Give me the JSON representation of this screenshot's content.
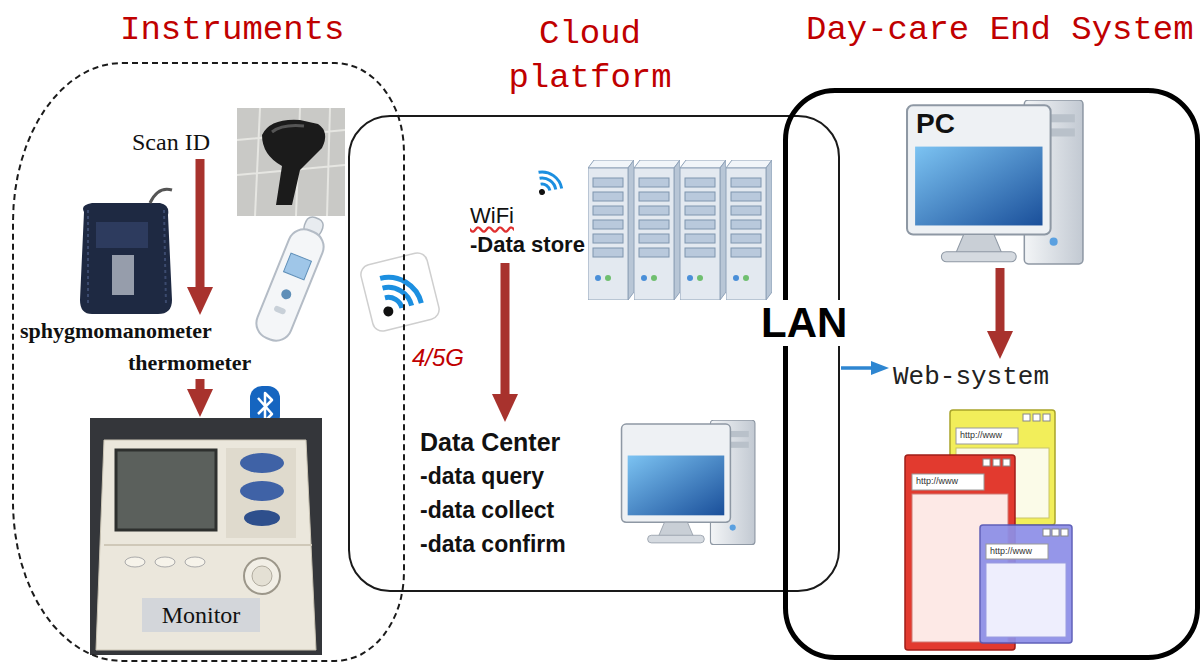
{
  "diagram": {
    "nodes": [
      {
        "text": [
          "Instruments"
        ]
      },
      {
        "text": [
          "Scan ID"
        ],
        "in": 0
      },
      {
        "text": [
          "sphygmomanometer"
        ],
        "in": 0
      },
      {
        "text": [
          "thermometer"
        ],
        "in": 0
      },
      {
        "text": [
          "Monitor"
        ],
        "in": 0
      },
      {
        "text": [
          "Cloud platform"
        ]
      },
      {
        "text": [
          "WiFi",
          "-Data store"
        ],
        "in": 5
      },
      {
        "text": [
          "Data Center",
          "-data query",
          "-data collect",
          "-data confirm"
        ],
        "in": 5
      },
      {
        "text": [
          "Day-care End System"
        ]
      },
      {
        "text": [
          "PC"
        ],
        "in": 8
      },
      {
        "text": [
          "Web-system"
        ],
        "in": 8
      }
    ],
    "edges": [
      {
        "from": 1,
        "to": 2,
        "arrow": "to"
      },
      {
        "from": 3,
        "to": 4,
        "arrow": "to"
      },
      {
        "from": 6,
        "to": 7,
        "arrow": "to"
      },
      {
        "from": 9,
        "to": 10,
        "arrow": "to"
      },
      {
        "from": 5,
        "to": 10,
        "arrow": "to",
        "label": "LAN"
      }
    ],
    "labels": [
      "4/5G",
      "http://www",
      "http://www",
      "http://www"
    ]
  }
}
